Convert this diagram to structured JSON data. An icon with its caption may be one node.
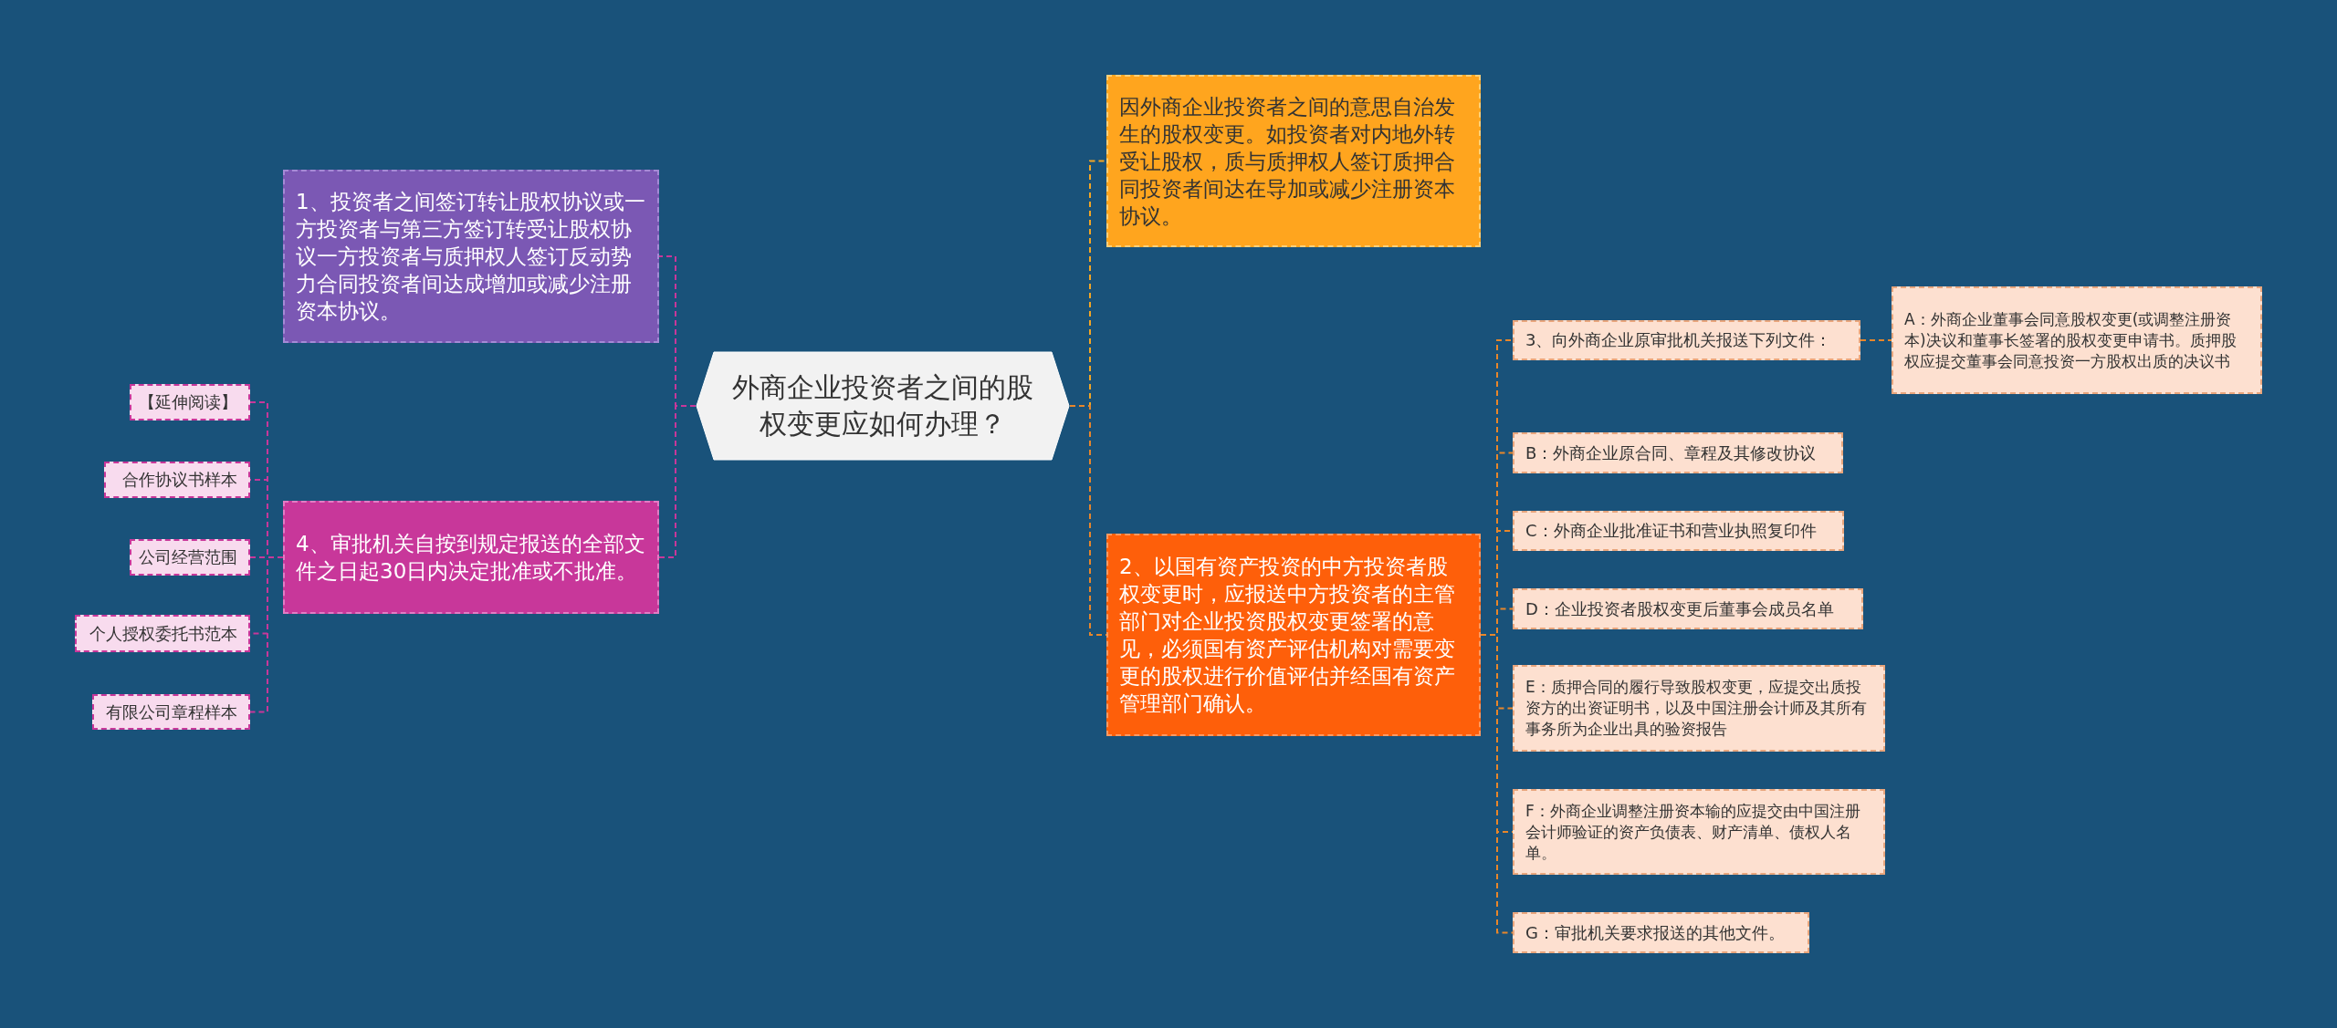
{
  "diagram": {
    "nodes": [
      {
        "text": [
          "外商企业投资者之间的股权变更应如何办理？"
        ]
      },
      {
        "text": [
          "1、投资者之间签订转让股权协议或一方投资者与第三方签订转受让股权协议一方投资者与质押权人签订反动势力合同投资者间达成增加或减少注册资本协议。"
        ]
      },
      {
        "text": [
          "4、审批机关自按到规定报送的全部文件之日起30日内决定批准或不批准。"
        ]
      },
      {
        "text": [
          "【延伸阅读】"
        ]
      },
      {
        "text": [
          "合作协议书样本"
        ]
      },
      {
        "text": [
          "公司经营范围"
        ]
      },
      {
        "text": [
          "个人授权委托书范本"
        ]
      },
      {
        "text": [
          "有限公司章程样本"
        ]
      },
      {
        "text": [
          "因外商企业投资者之间的意思自治发生的股权变更。如投资者对内地外转受让股权，质与质押权人签订质押合同投资者间达在导加或减少注册资本协议。"
        ]
      },
      {
        "text": [
          "2、以国有资产投资的中方投资者股权变更时，应报送中方投资者的主管部门对企业投资股权变更签署的意见，必须国有资产评估机构对需要变更的股权进行价值评估并经国有资产管理部门确认。"
        ]
      },
      {
        "text": [
          "3、向外商企业原审批机关报送下列文件："
        ]
      },
      {
        "text": [
          "A：外商企业董事会同意股权变更(或调整注册资本)决议和董事长签署的股权变更申请书。质押股权应提交董事会同意投资一方股权出质的决议书"
        ]
      },
      {
        "text": [
          "B：外商企业原合同、章程及其修改协议"
        ]
      },
      {
        "text": [
          "C：外商企业批准证书和营业执照复印件"
        ]
      },
      {
        "text": [
          "D：企业投资者股权变更后董事会成员名单"
        ]
      },
      {
        "text": [
          "E：质押合同的履行导致股权变更，应提交出质投资方的出资证明书，以及中国注册会计师及其所有事务所为企业出具的验资报告"
        ]
      },
      {
        "text": [
          "F：外商企业调整注册资本输的应提交由中国注册会计师验证的资产负债表、财产清单、债权人名单。"
        ]
      },
      {
        "text": [
          "G：审批机关要求报送的其他文件。"
        ]
      }
    ],
    "edges": [
      {
        "from": 0,
        "to": 1,
        "arrow": "none",
        "color": "#c8379a"
      },
      {
        "from": 0,
        "to": 2,
        "arrow": "none",
        "color": "#c8379a"
      },
      {
        "from": 2,
        "to": 3,
        "arrow": "none",
        "color": "#c8379a"
      },
      {
        "from": 2,
        "to": 4,
        "arrow": "none",
        "color": "#c8379a"
      },
      {
        "from": 2,
        "to": 5,
        "arrow": "none",
        "color": "#c8379a"
      },
      {
        "from": 2,
        "to": 6,
        "arrow": "none",
        "color": "#c8379a"
      },
      {
        "from": 2,
        "to": 7,
        "arrow": "none",
        "color": "#c8379a"
      },
      {
        "from": 0,
        "to": 8,
        "arrow": "none",
        "color": "#f5a623"
      },
      {
        "from": 0,
        "to": 9,
        "arrow": "none"
      },
      {
        "from": 9,
        "to": 10,
        "arrow": "none"
      },
      {
        "from": 10,
        "to": 11,
        "arrow": "none"
      },
      {
        "from": 9,
        "to": 12,
        "arrow": "none"
      },
      {
        "from": 9,
        "to": 13,
        "arrow": "none"
      },
      {
        "from": 9,
        "to": 14,
        "arrow": "none"
      },
      {
        "from": 9,
        "to": 15,
        "arrow": "none"
      },
      {
        "from": 9,
        "to": 16,
        "arrow": "none"
      },
      {
        "from": 9,
        "to": 17,
        "arrow": "none"
      }
    ]
  }
}
